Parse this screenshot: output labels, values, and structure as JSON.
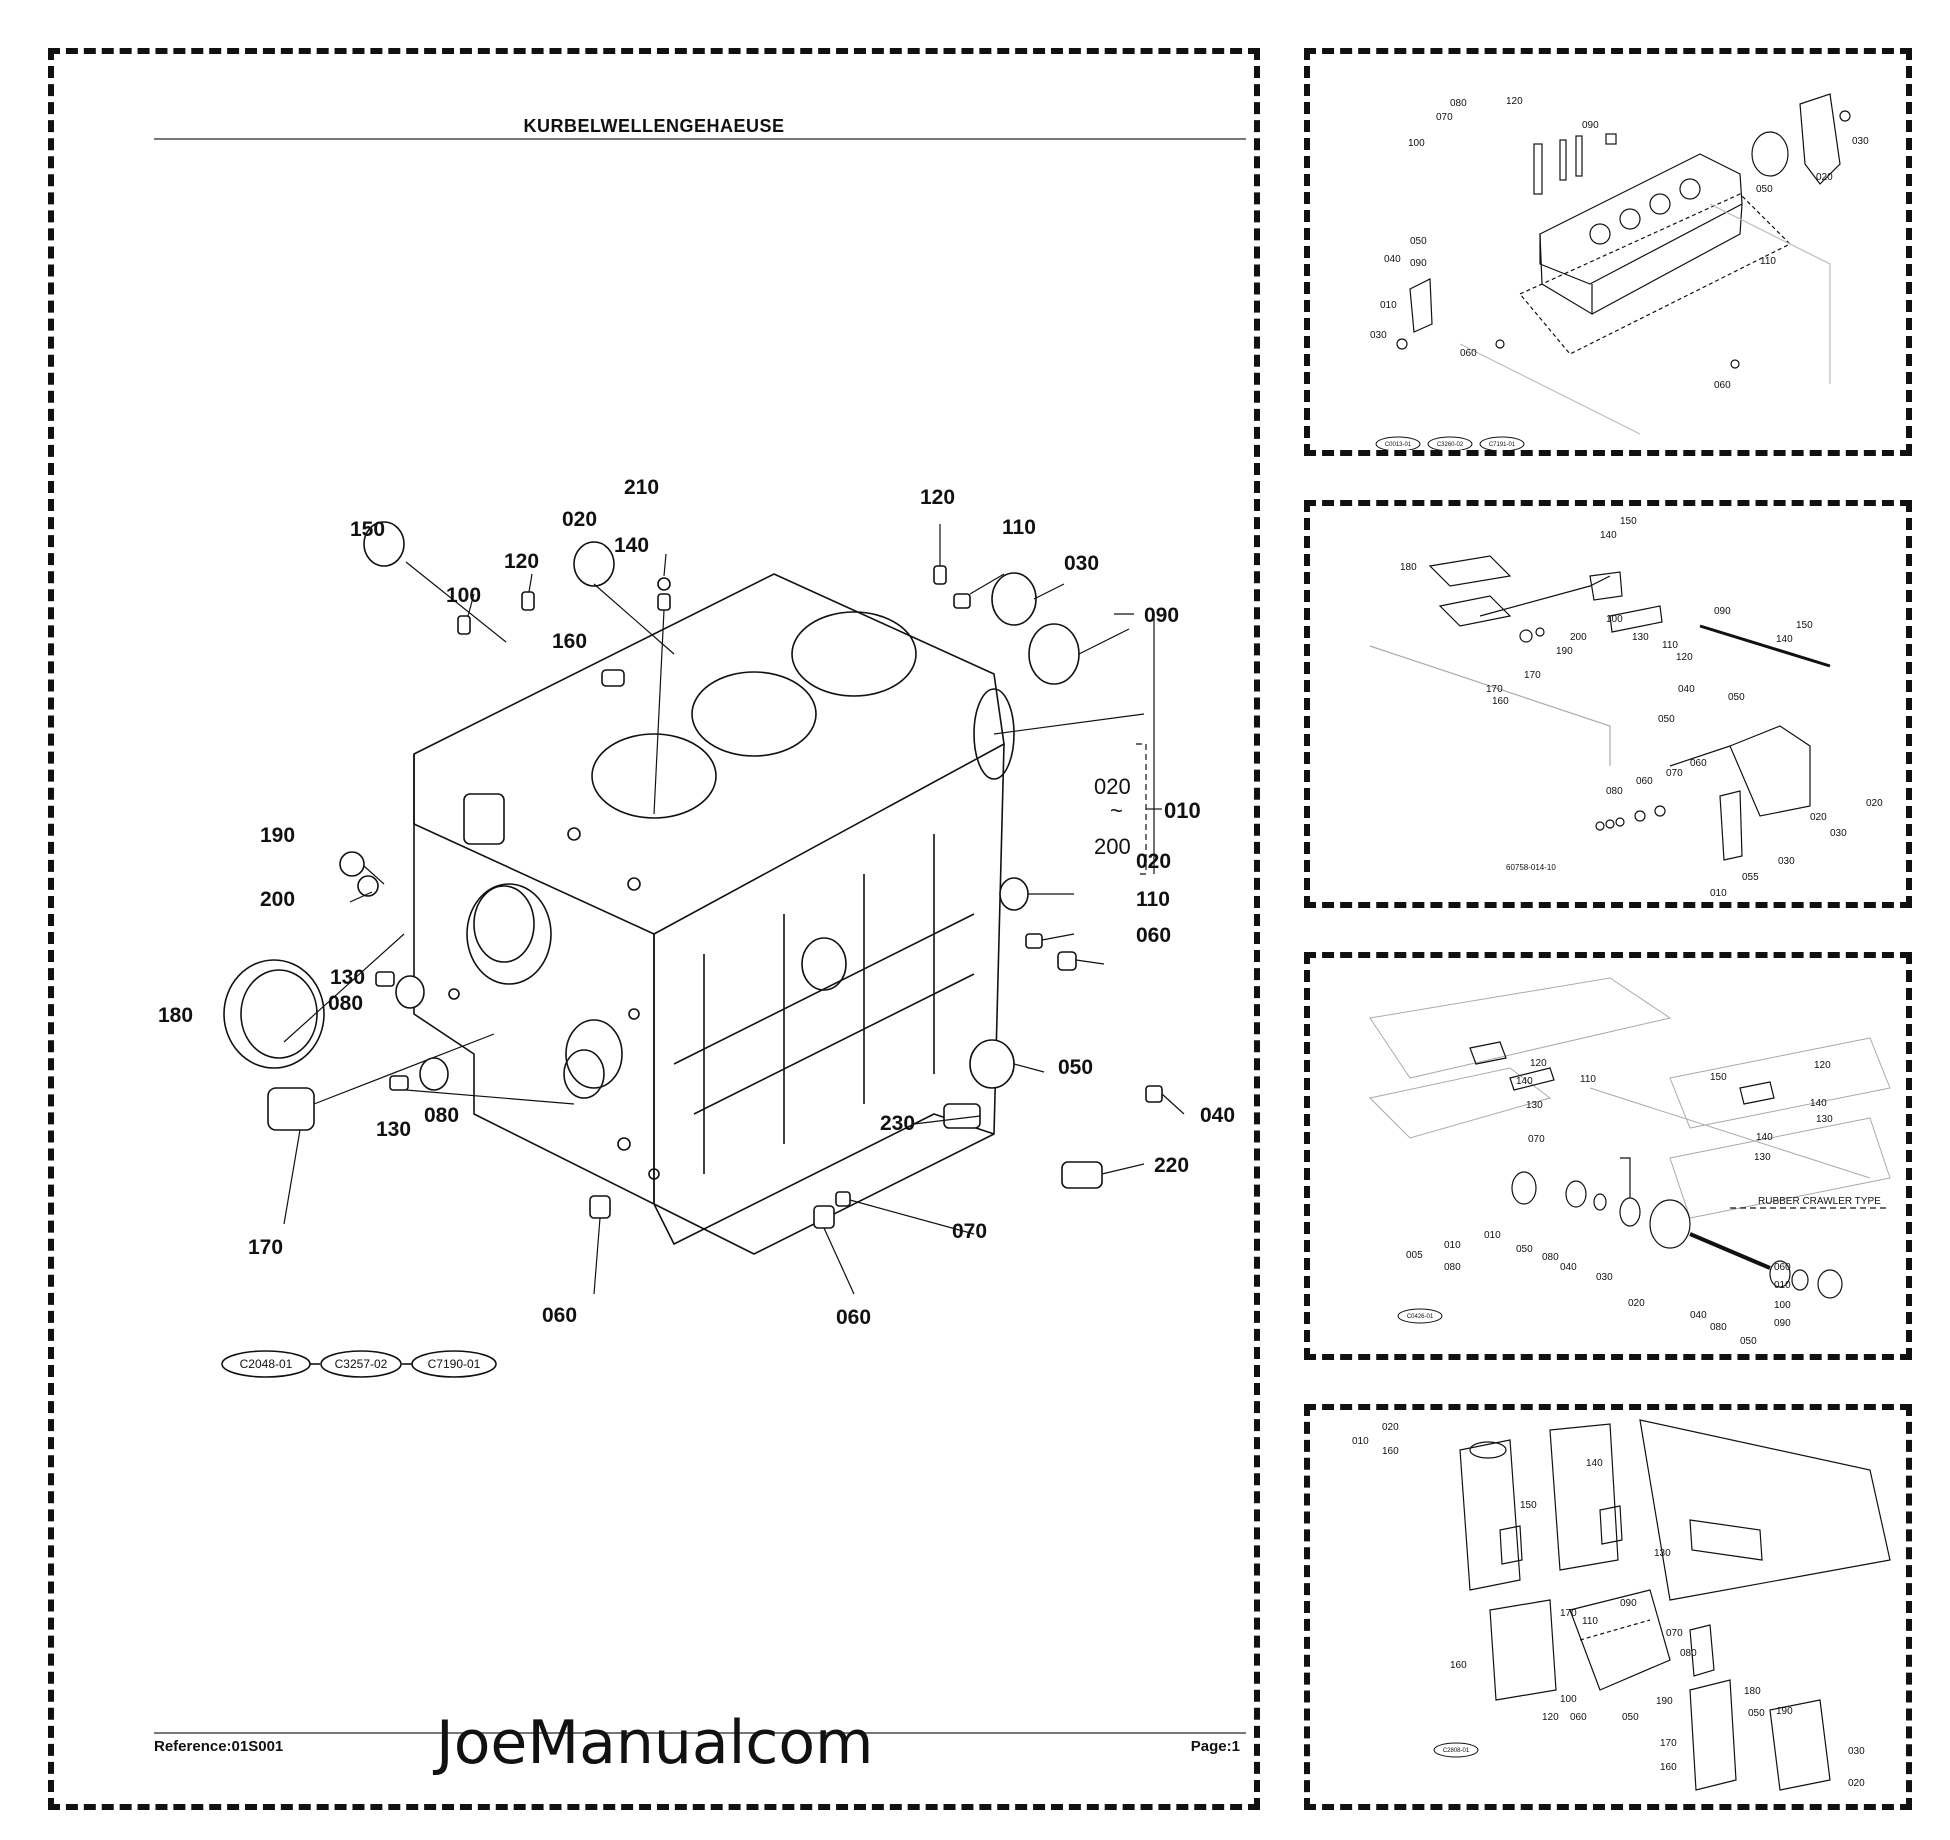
{
  "main": {
    "title": "KURBELWELLENGEHAEUSE",
    "reference": "Reference:01S001",
    "page": "Page:1",
    "watermark": "JoeManualcom",
    "range_label_1": "020",
    "range_label_2": "~",
    "range_label_3": "200",
    "range_group": "010",
    "flow": [
      "C2048-01",
      "C3257-02",
      "C7190-01"
    ],
    "part_labels": [
      "150",
      "100",
      "120",
      "020",
      "210",
      "140",
      "160",
      "120",
      "110",
      "030",
      "090",
      "190",
      "200",
      "020",
      "110",
      "060",
      "130",
      "080",
      "180",
      "050",
      "040",
      "230",
      "220",
      "130",
      "080",
      "170",
      "070",
      "060",
      "060"
    ]
  },
  "thumb1": {
    "labels": [
      "080",
      "120",
      "070",
      "090",
      "100",
      "030",
      "020",
      "050",
      "110",
      "040",
      "050",
      "090",
      "010",
      "030",
      "060",
      "060"
    ],
    "flow": [
      "C0013-01",
      "C3260-02",
      "C7191-01"
    ]
  },
  "thumb2": {
    "labels": [
      "150",
      "140",
      "180",
      "100",
      "130",
      "110",
      "120",
      "090",
      "150",
      "140",
      "190",
      "200",
      "170",
      "160",
      "170",
      "040",
      "050",
      "050",
      "060",
      "070",
      "060",
      "080",
      "010",
      "055",
      "030",
      "030",
      "020",
      "020"
    ],
    "code": "60758-014-10"
  },
  "thumb3": {
    "labels": [
      "120",
      "140",
      "110",
      "130",
      "070",
      "150",
      "120",
      "140",
      "130",
      "140",
      "130",
      "010",
      "050",
      "080",
      "040",
      "030",
      "020",
      "040",
      "080",
      "050",
      "060",
      "010",
      "100",
      "090",
      "005",
      "010",
      "080"
    ],
    "note": "RUBBER CRAWLER TYPE",
    "code": "C0426-01"
  },
  "thumb4": {
    "labels": [
      "020",
      "010",
      "160",
      "140",
      "150",
      "130",
      "090",
      "170",
      "110",
      "070",
      "080",
      "160",
      "100",
      "120",
      "060",
      "050",
      "190",
      "180",
      "050",
      "190",
      "170",
      "160",
      "030",
      "020"
    ],
    "code": "C2808-01"
  }
}
